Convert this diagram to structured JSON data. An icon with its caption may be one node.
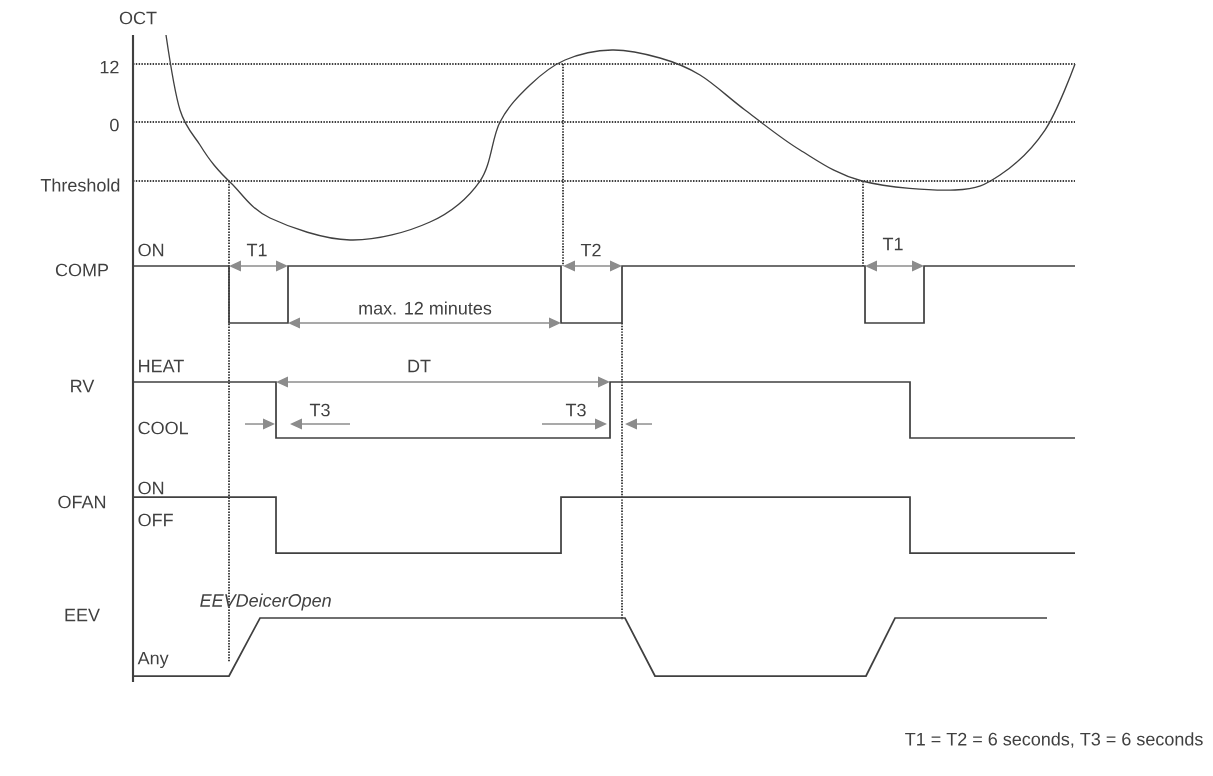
{
  "diagram": {
    "caption": "T1 = T2 = 6 seconds, T3 = 6 seconds",
    "labels": [
      "OCT",
      "12",
      "0",
      "Threshold",
      "ON",
      "T1",
      "T2",
      "T1",
      "COMP",
      "max. 12 minutes",
      "HEAT",
      "DT",
      "RV",
      "T3",
      "T3",
      "COOL",
      "ON",
      "OFAN",
      "OFF",
      "EEVDeicerOpen",
      "EEV",
      "Any"
    ]
  }
}
